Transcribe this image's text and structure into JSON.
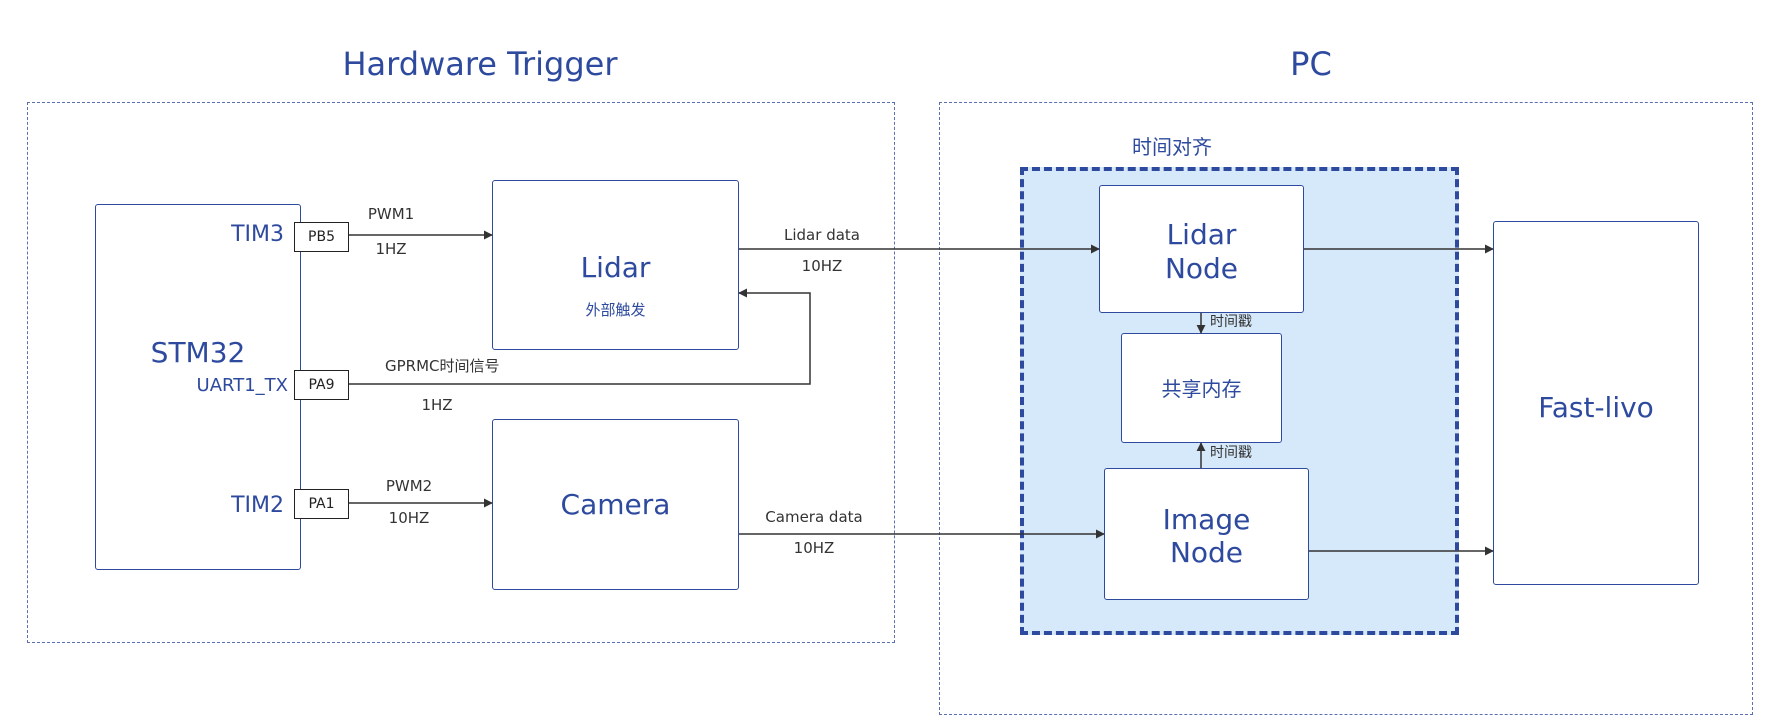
{
  "groups": {
    "hardware_title": "Hardware Trigger",
    "pc_title": "PC",
    "align_title": "时间对齐"
  },
  "stm32": {
    "label": "STM32",
    "tim3": "TIM3",
    "uart": "UART1_TX",
    "tim2": "TIM2",
    "pin_pb5": "PB5",
    "pin_pa9": "PA9",
    "pin_pa1": "PA1"
  },
  "lidar": {
    "label": "Lidar",
    "sublabel": "外部触发"
  },
  "camera": {
    "label": "Camera"
  },
  "lidar_node": {
    "line1": "Lidar",
    "line2": "Node"
  },
  "shared_memory": {
    "label": "共享内存"
  },
  "image_node": {
    "line1": "Image",
    "line2": "Node"
  },
  "fast_livo": {
    "label": "Fast-livo"
  },
  "signals": {
    "pwm1": "PWM1",
    "pwm1_freq": "1HZ",
    "gprmc": "GPRMC时间信号",
    "gprmc_freq": "1HZ",
    "pwm2": "PWM2",
    "pwm2_freq": "10HZ",
    "lidar_data": "Lidar data",
    "lidar_data_freq": "10HZ",
    "camera_data": "Camera data",
    "camera_data_freq": "10HZ",
    "timestamp_top": "时间戳",
    "timestamp_bottom": "时间戳"
  },
  "colors": {
    "primary": "#2e4a9e",
    "zone_fill": "#d6e9fb",
    "wire": "#333333"
  }
}
